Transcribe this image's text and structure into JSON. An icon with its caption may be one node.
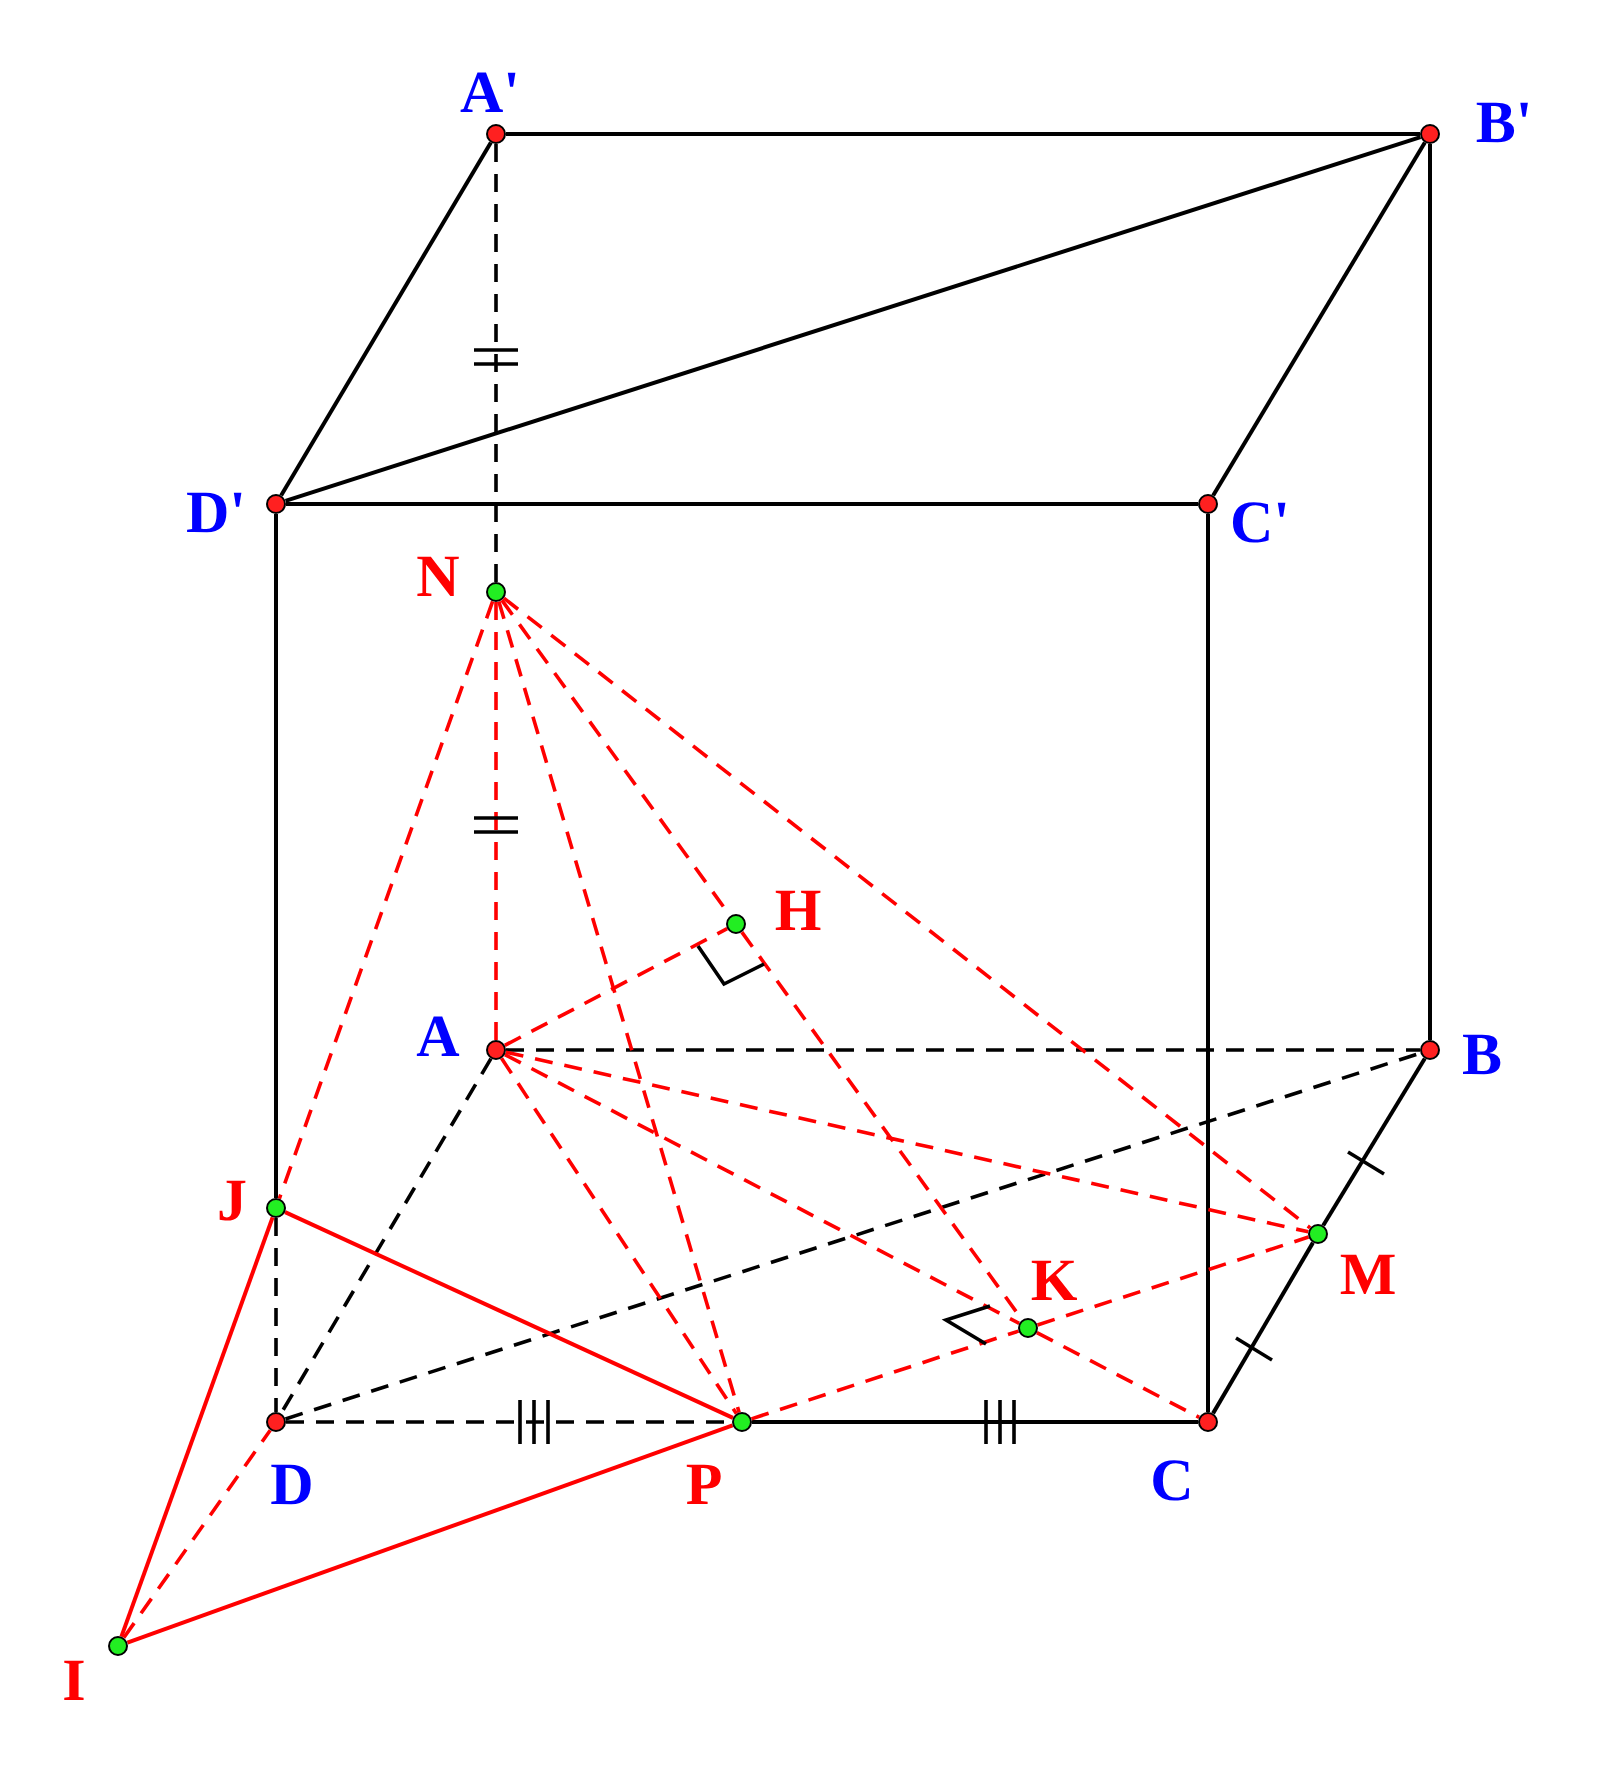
{
  "diagram": {
    "nodes": [
      {
        "text": [
          "A'"
        ]
      },
      {
        "text": [
          "B'"
        ]
      },
      {
        "text": [
          "D'"
        ]
      },
      {
        "text": [
          "C'"
        ]
      },
      {
        "text": [
          "N"
        ]
      },
      {
        "text": [
          "H"
        ]
      },
      {
        "text": [
          "A"
        ]
      },
      {
        "text": [
          "B"
        ]
      },
      {
        "text": [
          "J"
        ]
      },
      {
        "text": [
          "M"
        ]
      },
      {
        "text": [
          "K"
        ]
      },
      {
        "text": [
          "D"
        ]
      },
      {
        "text": [
          "P"
        ]
      },
      {
        "text": [
          "C"
        ]
      },
      {
        "text": [
          "I"
        ]
      }
    ],
    "edges": [
      {
        "from": 0,
        "to": 1,
        "arrow": "none"
      },
      {
        "from": 0,
        "to": 2,
        "arrow": "none"
      },
      {
        "from": 2,
        "to": 1,
        "arrow": "none"
      },
      {
        "from": 1,
        "to": 3,
        "arrow": "none"
      },
      {
        "from": 2,
        "to": 3,
        "arrow": "none"
      },
      {
        "from": 1,
        "to": 7,
        "arrow": "none"
      },
      {
        "from": 2,
        "to": 8,
        "arrow": "none"
      },
      {
        "from": 3,
        "to": 13,
        "arrow": "none"
      },
      {
        "from": 7,
        "to": 9,
        "arrow": "none"
      },
      {
        "from": 9,
        "to": 13,
        "arrow": "none"
      },
      {
        "from": 12,
        "to": 13,
        "arrow": "none"
      },
      {
        "from": 0,
        "to": 4,
        "arrow": "none",
        "style": "dashed"
      },
      {
        "from": 8,
        "to": 11,
        "arrow": "none",
        "style": "dashed"
      },
      {
        "from": 6,
        "to": 7,
        "arrow": "none",
        "style": "dashed"
      },
      {
        "from": 6,
        "to": 11,
        "arrow": "none",
        "style": "dashed"
      },
      {
        "from": 11,
        "to": 7,
        "arrow": "none",
        "style": "dashed"
      },
      {
        "from": 11,
        "to": 12,
        "arrow": "none",
        "style": "dashed"
      },
      {
        "from": 4,
        "to": 8,
        "arrow": "none",
        "style": "dashed",
        "color": "#ff0000"
      },
      {
        "from": 4,
        "to": 12,
        "arrow": "none",
        "style": "dashed",
        "color": "#ff0000"
      },
      {
        "from": 4,
        "to": 5,
        "arrow": "none",
        "style": "dashed",
        "color": "#ff0000"
      },
      {
        "from": 5,
        "to": 10,
        "arrow": "none",
        "style": "dashed",
        "color": "#ff0000"
      },
      {
        "from": 4,
        "to": 9,
        "arrow": "none",
        "style": "dashed",
        "color": "#ff0000"
      },
      {
        "from": 4,
        "to": 6,
        "arrow": "none",
        "style": "dashed",
        "color": "#ff0000"
      },
      {
        "from": 6,
        "to": 5,
        "arrow": "none",
        "style": "dashed",
        "color": "#ff0000"
      },
      {
        "from": 6,
        "to": 12,
        "arrow": "none",
        "style": "dashed",
        "color": "#ff0000"
      },
      {
        "from": 6,
        "to": 10,
        "arrow": "none",
        "style": "dashed",
        "color": "#ff0000"
      },
      {
        "from": 10,
        "to": 13,
        "arrow": "none",
        "style": "dashed",
        "color": "#ff0000"
      },
      {
        "from": 6,
        "to": 9,
        "arrow": "none",
        "style": "dashed",
        "color": "#ff0000"
      },
      {
        "from": 12,
        "to": 10,
        "arrow": "none",
        "style": "dashed",
        "color": "#ff0000"
      },
      {
        "from": 10,
        "to": 9,
        "arrow": "none",
        "style": "dashed",
        "color": "#ff0000"
      },
      {
        "from": 14,
        "to": 11,
        "arrow": "none",
        "style": "dashed",
        "color": "#ff0000"
      },
      {
        "from": 14,
        "to": 8,
        "arrow": "none",
        "color": "#ff0000"
      },
      {
        "from": 14,
        "to": 12,
        "arrow": "none",
        "color": "#ff0000"
      },
      {
        "from": 8,
        "to": 12,
        "arrow": "none",
        "color": "#ff0000"
      }
    ]
  }
}
